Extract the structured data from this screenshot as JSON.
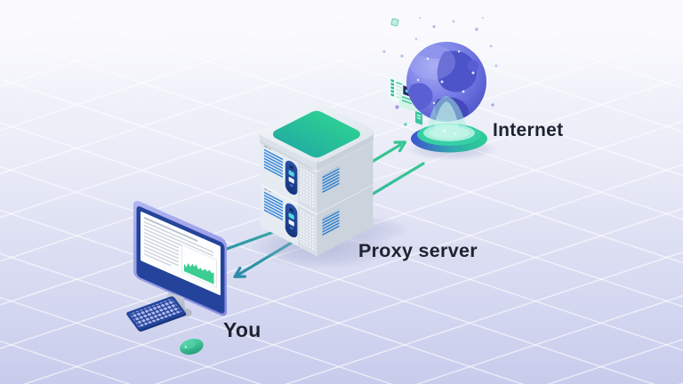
{
  "labels": {
    "you": "You",
    "proxy_server": "Proxy server",
    "internet": "Internet"
  },
  "nodes": [
    {
      "id": "you",
      "label": "You",
      "icon": "desktop-computer-icon"
    },
    {
      "id": "proxy",
      "label": "Proxy server",
      "icon": "server-stack-icon"
    },
    {
      "id": "internet",
      "label": "Internet",
      "icon": "hologram-globe-icon"
    }
  ],
  "flows": [
    {
      "from": "you",
      "to": "proxy"
    },
    {
      "from": "proxy",
      "to": "internet",
      "arrowhead": "at-internet"
    },
    {
      "from": "internet",
      "to": "you",
      "arrowhead": "at-you"
    }
  ],
  "colors": {
    "background_top": "#fafbfe",
    "background_bottom": "#c8ccec",
    "grid_line": "#ffffff",
    "arrow_green": "#37c892",
    "arrow_teal": "#2d8ca8",
    "server_accent_green": "#2fd792",
    "server_panel_navy": "#1d3c8f",
    "vent_blue": "#2e82d8",
    "globe_purple": "#7c81e8",
    "base_blue": "#3e53d0",
    "base_green": "#2ccf92",
    "monitor_navy": "#24449c",
    "monitor_frame_lavender": "#9ba0ea",
    "mouse_green": "#3cc89c",
    "label_text": "#1e2230"
  },
  "screen_chart": {
    "type": "area",
    "color": "#3bcd92"
  }
}
